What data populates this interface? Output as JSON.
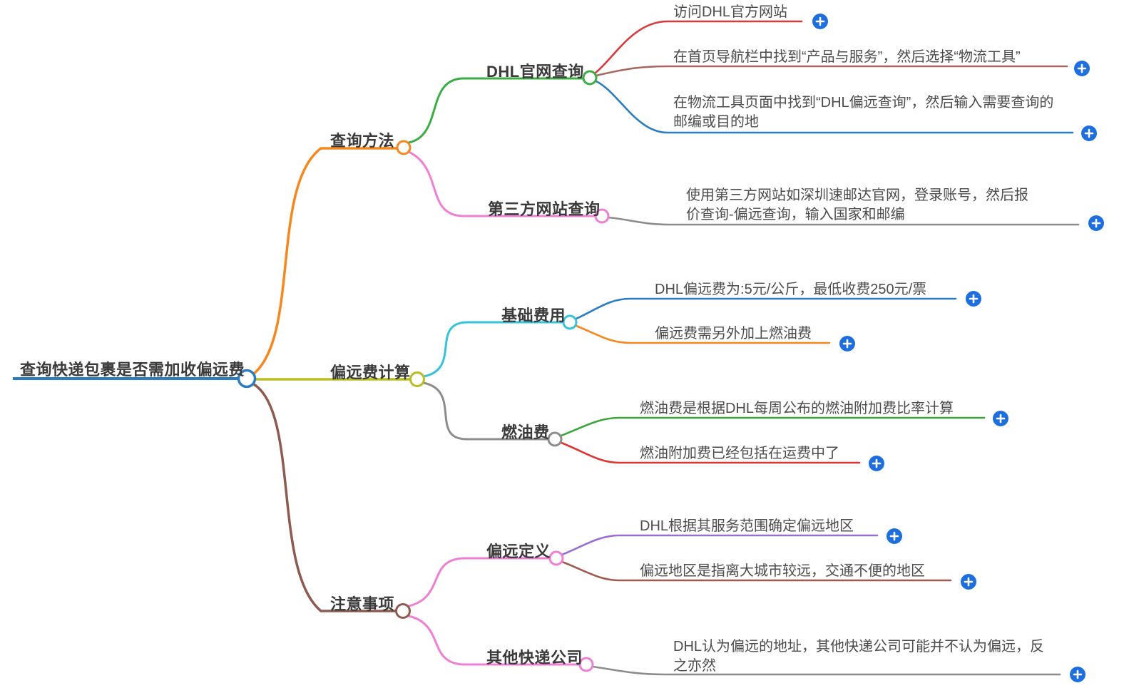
{
  "root": {
    "label": "查询快递包裹是否需加收偏远费",
    "color": "#2b7dc2"
  },
  "branches": [
    {
      "label": "查询方法",
      "color": "#f5871e",
      "children": [
        {
          "label": "DHL官网查询",
          "color": "#3cad44",
          "leaves": [
            {
              "text": "访问DHL官方网站",
              "color": "#d93a3c"
            },
            {
              "text": "在首页导航栏中找到“产品与服务”，然后选择“物流工具”",
              "color": "#a8685f"
            },
            {
              "text": "在物流工具页面中找到“DHL偏远查询”，然后输入需要查询的邮编或目的地",
              "color": "#2b7dc2"
            }
          ]
        },
        {
          "label": "第三方网站查询",
          "color": "#ef7fd5",
          "leaves": [
            {
              "text": "使用第三方网站如深圳速邮达官网，登录账号，然后报价查询-偏远查询，输入国家和邮编",
              "color": "#8c8c8c"
            }
          ]
        }
      ]
    },
    {
      "label": "偏远费计算",
      "color": "#b9bd21",
      "children": [
        {
          "label": "基础费用",
          "color": "#35c3dc",
          "leaves": [
            {
              "text": "DHL偏远费为:5元/公斤，最低收费250元/票",
              "color": "#2b7dc2"
            },
            {
              "text": "偏远费需另外加上燃油费",
              "color": "#f5871e"
            }
          ]
        },
        {
          "label": "燃油费",
          "color": "#8c8c8c",
          "leaves": [
            {
              "text": "燃油费是根据DHL每周公布的燃油附加费比率计算",
              "color": "#3aa53a"
            },
            {
              "text": "燃油附加费已经包括在运费中了",
              "color": "#e23333"
            }
          ]
        }
      ]
    },
    {
      "label": "注意事项",
      "color": "#8e5b51",
      "children": [
        {
          "label": "偏远定义",
          "color": "#ef7fd5",
          "leaves": [
            {
              "text": "DHL根据其服务范围确定偏远地区",
              "color": "#9a6dd0"
            },
            {
              "text": "偏远地区是指离大城市较远，交通不便的地区",
              "color": "#a05a50"
            }
          ]
        },
        {
          "label": "其他快递公司",
          "color": "#ef7fd5",
          "leaves": [
            {
              "text": "DHL认为偏远的地址，其他快递公司可能并不认为偏远，反之亦然",
              "color": "#8c8c8c"
            }
          ]
        }
      ]
    }
  ],
  "icons": {
    "plus_color": "#1d6fe0"
  }
}
